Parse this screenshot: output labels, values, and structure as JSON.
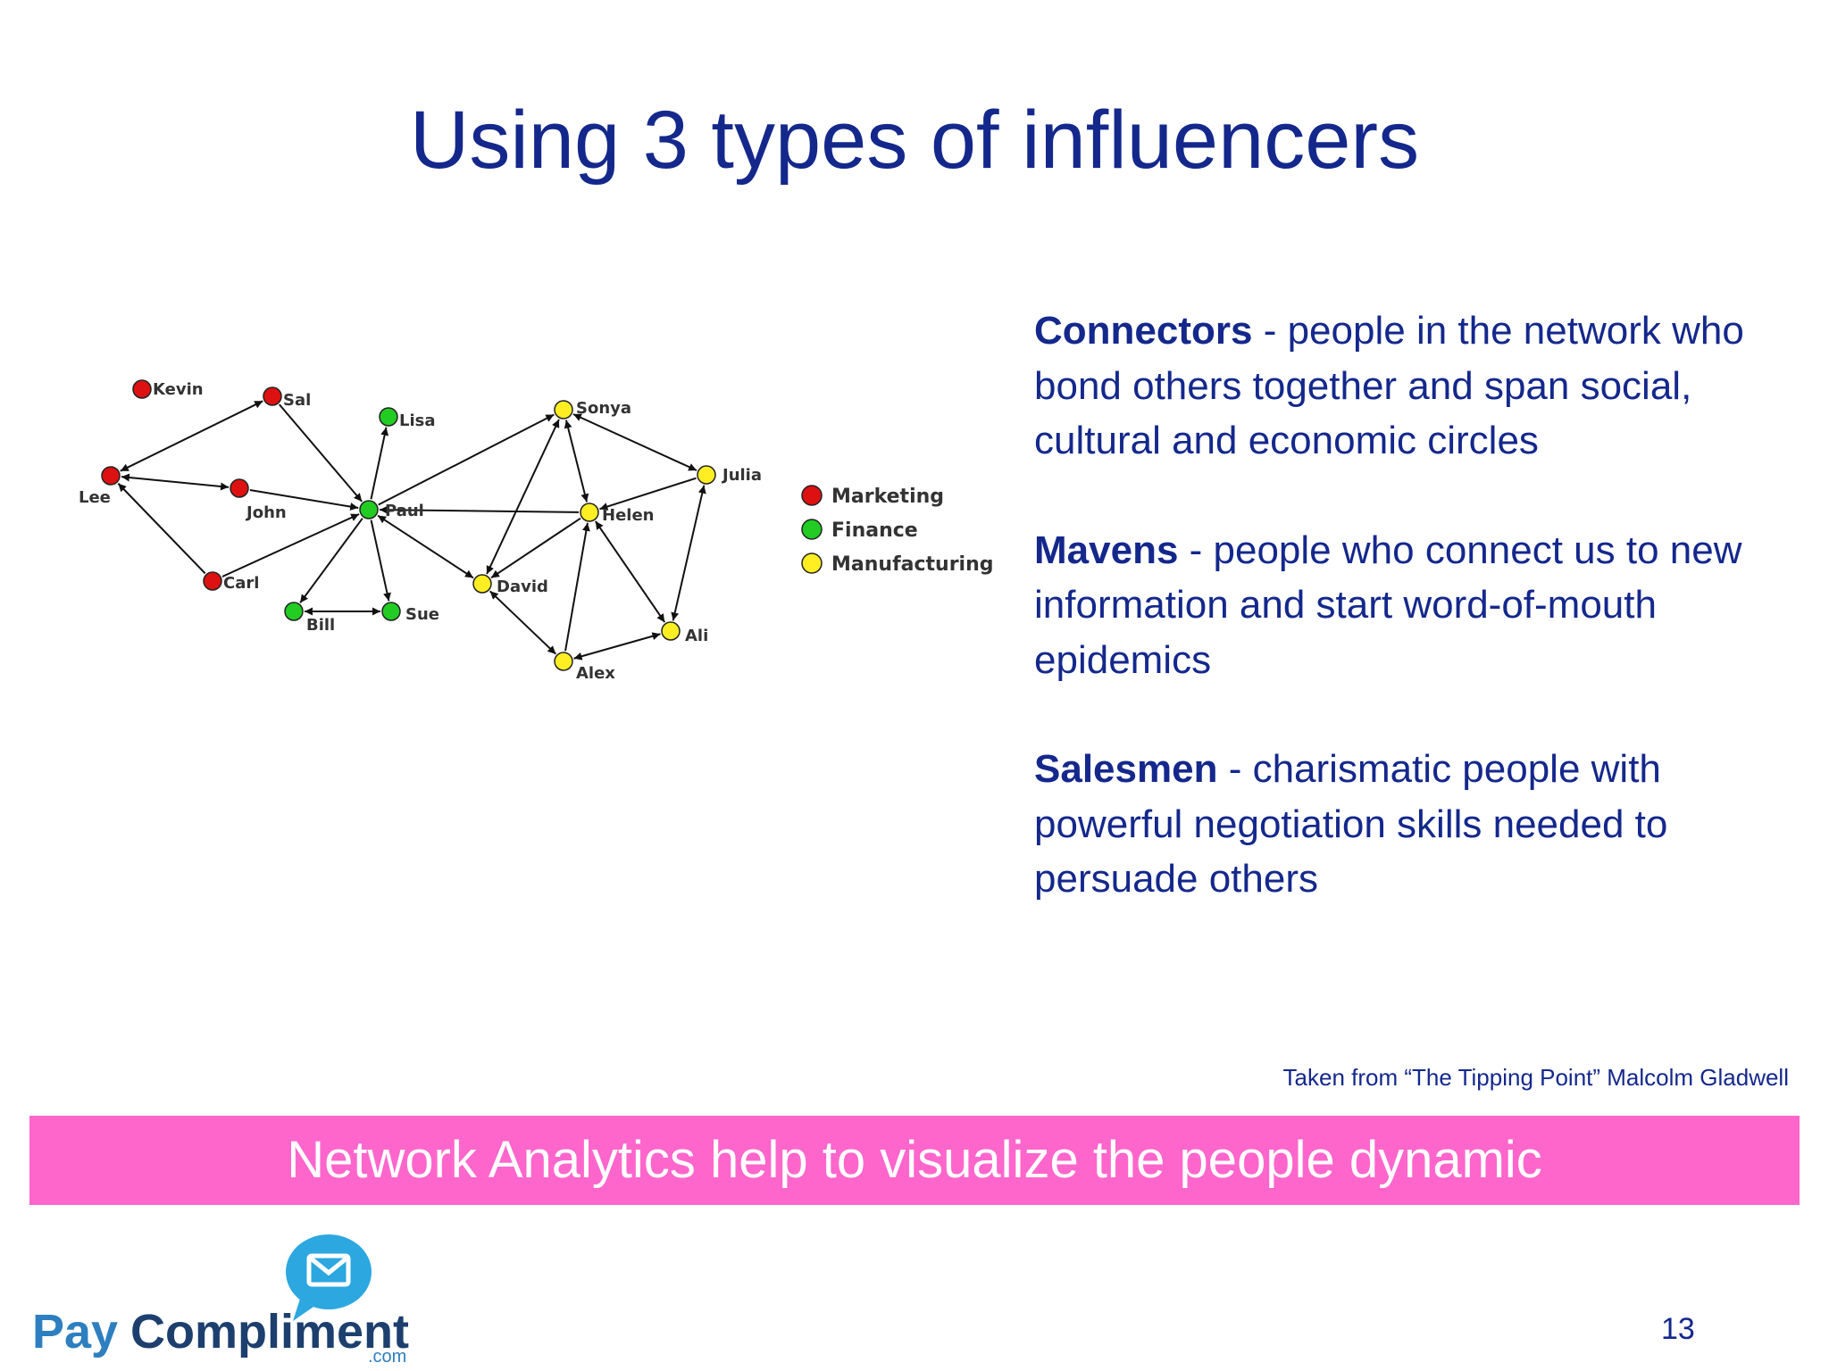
{
  "slide": {
    "title": "Using 3 types of influencers",
    "page_number": "13",
    "source_note": "Taken from “The Tipping Point” Malcolm Gladwell",
    "banner": "Network Analytics help to visualize the people dynamic"
  },
  "influencer_types": [
    {
      "term": "Connectors",
      "description": " - people in the network who bond others together and span social, cultural and economic circles"
    },
    {
      "term": "Mavens",
      "description": " - people who connect us to new information and start word-of-mouth epidemics"
    },
    {
      "term": "Salesmen",
      "description": " - charismatic people with powerful negotiation skills needed to persuade others"
    }
  ],
  "network": {
    "colors": {
      "Marketing": "#dd1111",
      "Finance": "#22cc22",
      "Manufacturing": "#ffee22"
    },
    "legend": [
      {
        "label": "Marketing",
        "group": "Marketing"
      },
      {
        "label": "Finance",
        "group": "Finance"
      },
      {
        "label": "Manufacturing",
        "group": "Manufacturing"
      }
    ],
    "nodes": [
      {
        "id": "Kevin",
        "group": "Marketing"
      },
      {
        "id": "Sal",
        "group": "Marketing"
      },
      {
        "id": "Lee",
        "group": "Marketing"
      },
      {
        "id": "John",
        "group": "Marketing"
      },
      {
        "id": "Carl",
        "group": "Marketing"
      },
      {
        "id": "Lisa",
        "group": "Finance"
      },
      {
        "id": "Paul",
        "group": "Finance"
      },
      {
        "id": "Bill",
        "group": "Finance"
      },
      {
        "id": "Sue",
        "group": "Finance"
      },
      {
        "id": "Sonya",
        "group": "Manufacturing"
      },
      {
        "id": "Helen",
        "group": "Manufacturing"
      },
      {
        "id": "Julia",
        "group": "Manufacturing"
      },
      {
        "id": "David",
        "group": "Manufacturing"
      },
      {
        "id": "Alex",
        "group": "Manufacturing"
      },
      {
        "id": "Ali",
        "group": "Manufacturing"
      }
    ],
    "edges": [
      {
        "from": "Lee",
        "to": "Sal",
        "arrows": "both"
      },
      {
        "from": "Lee",
        "to": "John",
        "arrows": "both"
      },
      {
        "from": "Carl",
        "to": "Lee",
        "arrows": "end"
      },
      {
        "from": "Sal",
        "to": "Paul",
        "arrows": "end"
      },
      {
        "from": "John",
        "to": "Paul",
        "arrows": "end"
      },
      {
        "from": "Carl",
        "to": "Paul",
        "arrows": "end"
      },
      {
        "from": "Paul",
        "to": "Lisa",
        "arrows": "end"
      },
      {
        "from": "Paul",
        "to": "Bill",
        "arrows": "end"
      },
      {
        "from": "Paul",
        "to": "Sue",
        "arrows": "end"
      },
      {
        "from": "Bill",
        "to": "Sue",
        "arrows": "both"
      },
      {
        "from": "Paul",
        "to": "Sonya",
        "arrows": "end"
      },
      {
        "from": "Helen",
        "to": "Paul",
        "arrows": "end"
      },
      {
        "from": "David",
        "to": "Paul",
        "arrows": "both"
      },
      {
        "from": "Sonya",
        "to": "Julia",
        "arrows": "both"
      },
      {
        "from": "Sonya",
        "to": "Helen",
        "arrows": "both"
      },
      {
        "from": "Sonya",
        "to": "David",
        "arrows": "both"
      },
      {
        "from": "Julia",
        "to": "Helen",
        "arrows": "end"
      },
      {
        "from": "Julia",
        "to": "Ali",
        "arrows": "both"
      },
      {
        "from": "Helen",
        "to": "David",
        "arrows": "end"
      },
      {
        "from": "Helen",
        "to": "Ali",
        "arrows": "both"
      },
      {
        "from": "Alex",
        "to": "Helen",
        "arrows": "end"
      },
      {
        "from": "David",
        "to": "Alex",
        "arrows": "both"
      },
      {
        "from": "Alex",
        "to": "Ali",
        "arrows": "both"
      }
    ]
  },
  "logo": {
    "pay": "Pay",
    "compliment": "Compliment",
    "dotcom": ".com"
  }
}
